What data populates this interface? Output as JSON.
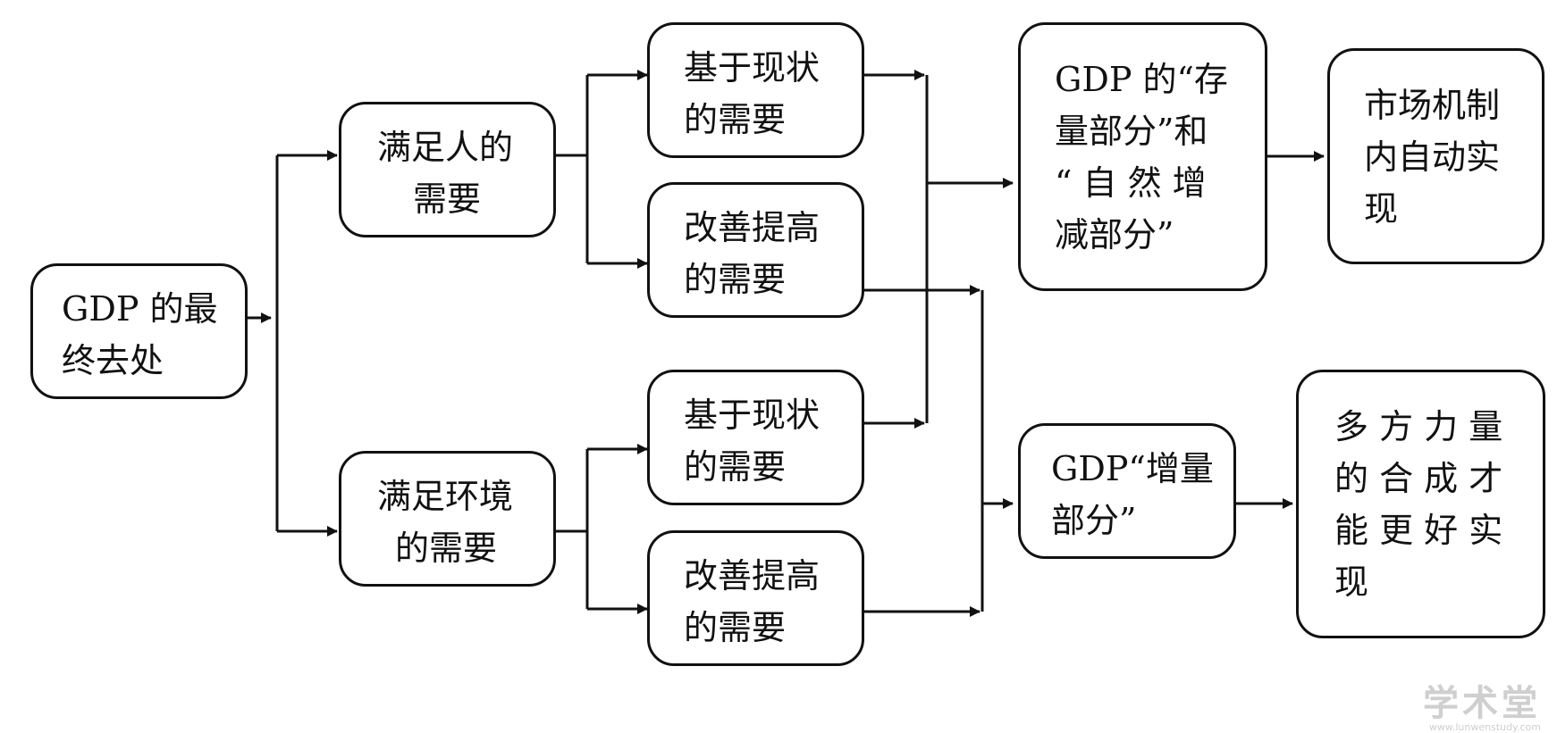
{
  "nodes": {
    "root": [
      "GDP 的最",
      "终去处"
    ],
    "human_needs": [
      "满足人的",
      "需要"
    ],
    "env_needs": [
      "满足环境",
      "的需要"
    ],
    "h_current": [
      "基于现状",
      "的需要"
    ],
    "h_improve": [
      "改善提高",
      "的需要"
    ],
    "e_current": [
      "基于现状",
      "的需要"
    ],
    "e_improve": [
      "改善提高",
      "的需要"
    ],
    "stock": [
      "GDP 的“存",
      "量部分”和",
      "“ 自 然 增",
      "减部分”"
    ],
    "market": [
      "市场机制",
      "内自动实",
      "现"
    ],
    "increment": [
      "GDP“增量",
      "部分”"
    ],
    "multi": [
      "多 方 力 量",
      "的 合 成 才",
      "能 更 好 实",
      "现"
    ]
  },
  "watermark": {
    "name": "学术堂",
    "url": "www.lunwenstudy.com"
  }
}
